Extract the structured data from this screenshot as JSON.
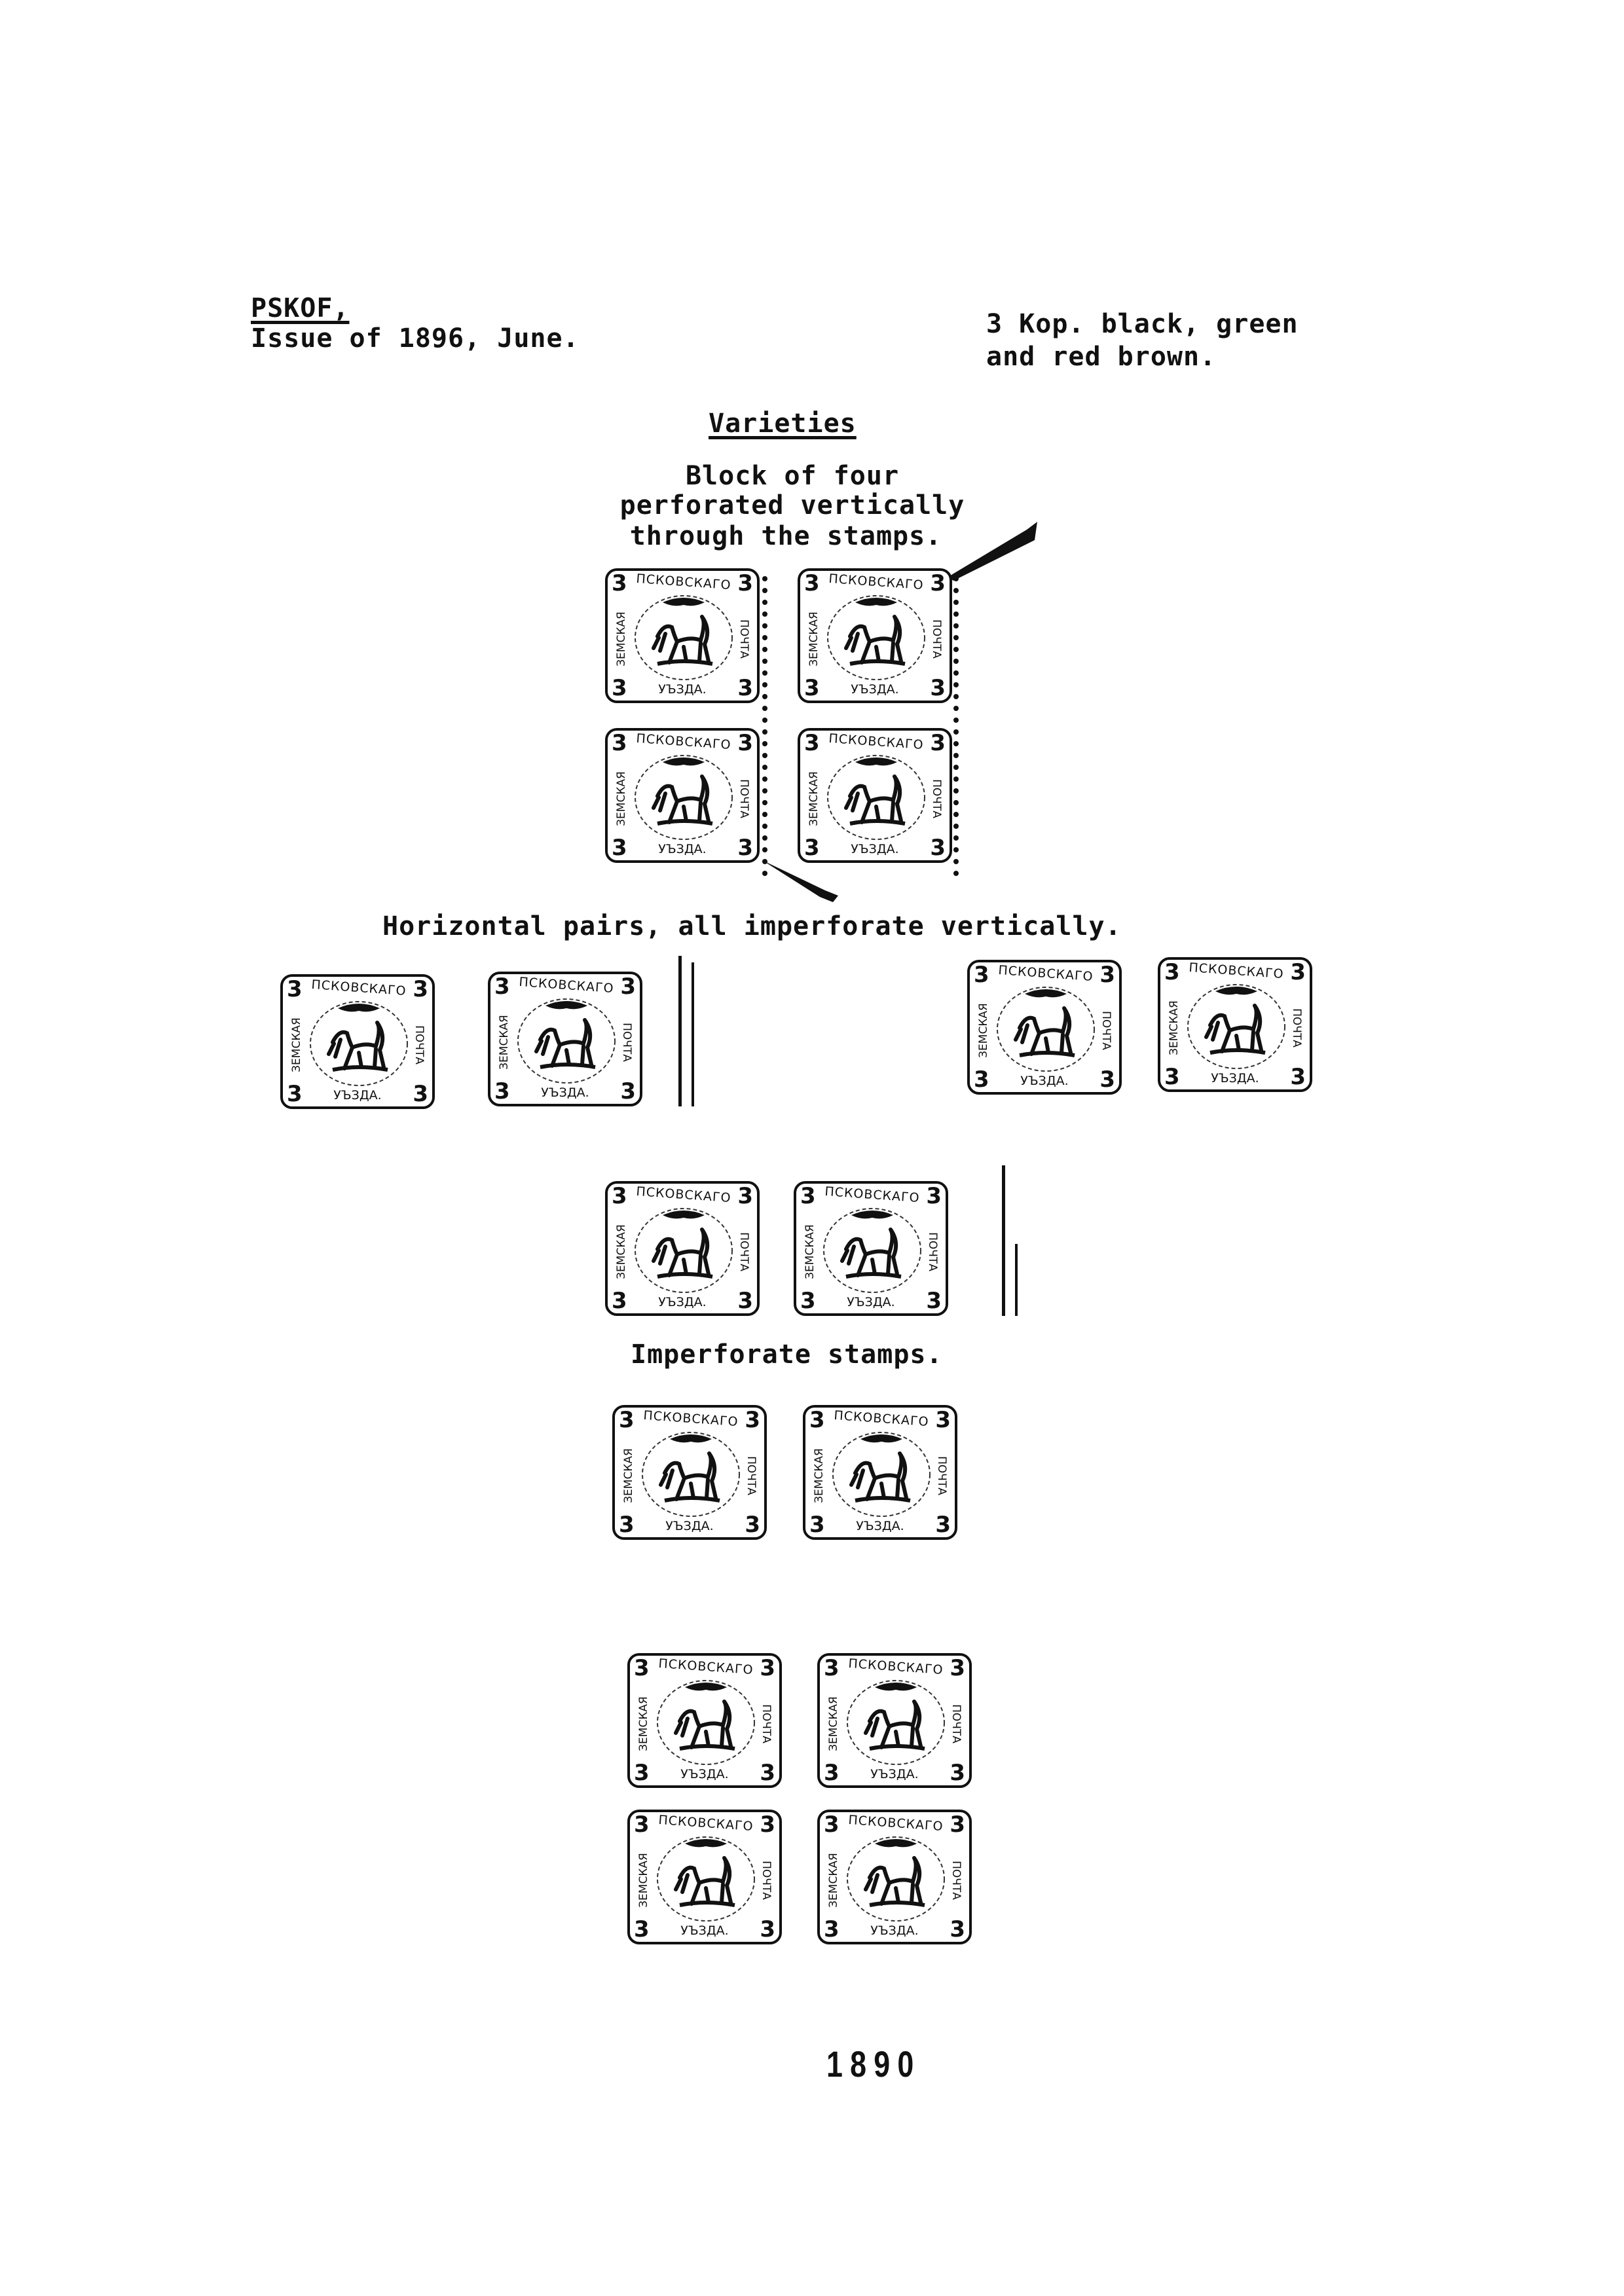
{
  "header": {
    "place": "PSKOF,",
    "issue": "Issue of 1896, June.",
    "value_line1": "3 Kop. black, green",
    "value_line2": "and red brown."
  },
  "section_title": "Varieties",
  "captions": {
    "block_line1": "Block of four",
    "block_line2": "perforated vertically",
    "block_line3": "through the stamps.",
    "horizontal_pairs": "Horizontal pairs, all imperforate vertically.",
    "imperforate": "Imperforate stamps."
  },
  "stamp_legend": {
    "top": "ПСКОВСКАГО",
    "left": "ЗЕМСКАЯ",
    "right": "ПОЧТА",
    "bottom": "УЪЗДА.",
    "value": "3"
  },
  "page_number": "1890"
}
